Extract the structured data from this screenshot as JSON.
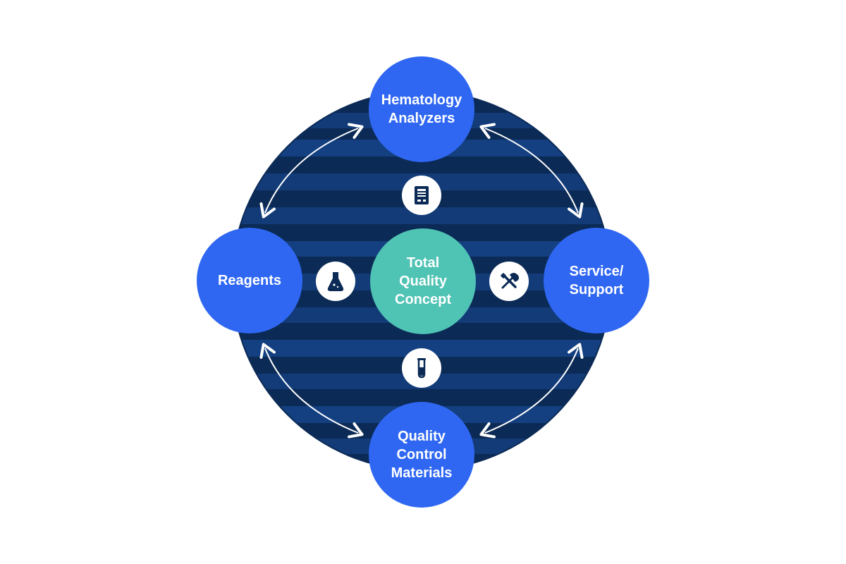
{
  "diagram": {
    "center": {
      "label": "Total\nQuality\nConcept"
    },
    "nodes": {
      "top": {
        "label": "Hematology\nAnalyzers"
      },
      "left": {
        "label": "Reagents"
      },
      "right": {
        "label": "Service/\nSupport"
      },
      "bottom": {
        "label": "Quality\nControl\nMaterials"
      }
    },
    "icons": {
      "top": "analyzer-icon",
      "left": "flask-icon",
      "right": "tools-icon",
      "bottom": "test-tube-icon"
    },
    "colors": {
      "outer_node": "#2f67f2",
      "center_node": "#4fc3b4",
      "globe_dark": "#0b2a55",
      "globe_stripe": "#123b78",
      "arrow": "#ffffff"
    }
  }
}
